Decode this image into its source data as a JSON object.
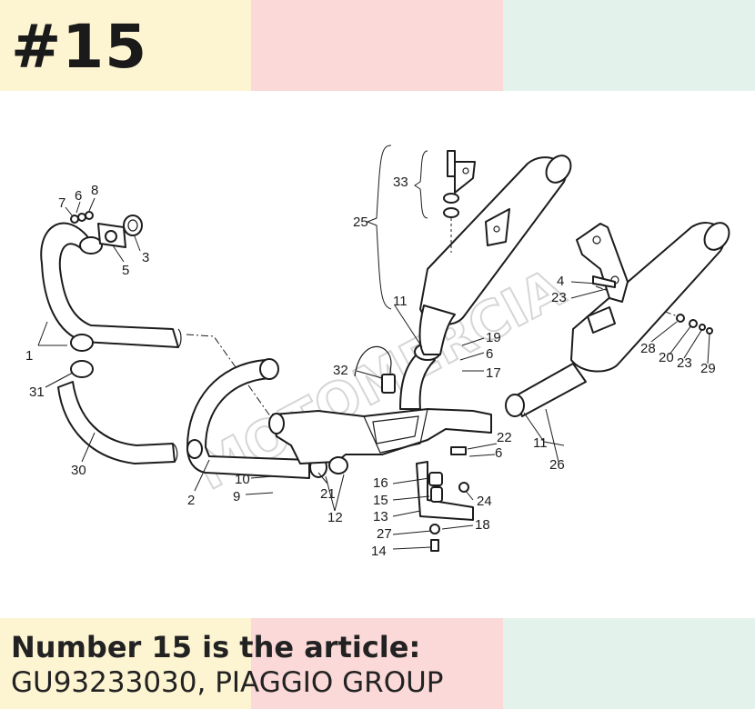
{
  "header": {
    "part_number": "#15"
  },
  "footer": {
    "line1": "Number 15 is the article:",
    "line2": "GU93233030, PIAGGIO GROUP"
  },
  "diagram": {
    "watermark": "MOTOMERCIA",
    "callouts": [
      "1",
      "2",
      "3",
      "4",
      "5",
      "6",
      "6",
      "6",
      "7",
      "8",
      "9",
      "10",
      "11",
      "11",
      "12",
      "13",
      "14",
      "15",
      "16",
      "17",
      "18",
      "19",
      "20",
      "21",
      "22",
      "23",
      "23",
      "24",
      "25",
      "26",
      "27",
      "28",
      "29",
      "30",
      "31",
      "32",
      "33"
    ]
  }
}
